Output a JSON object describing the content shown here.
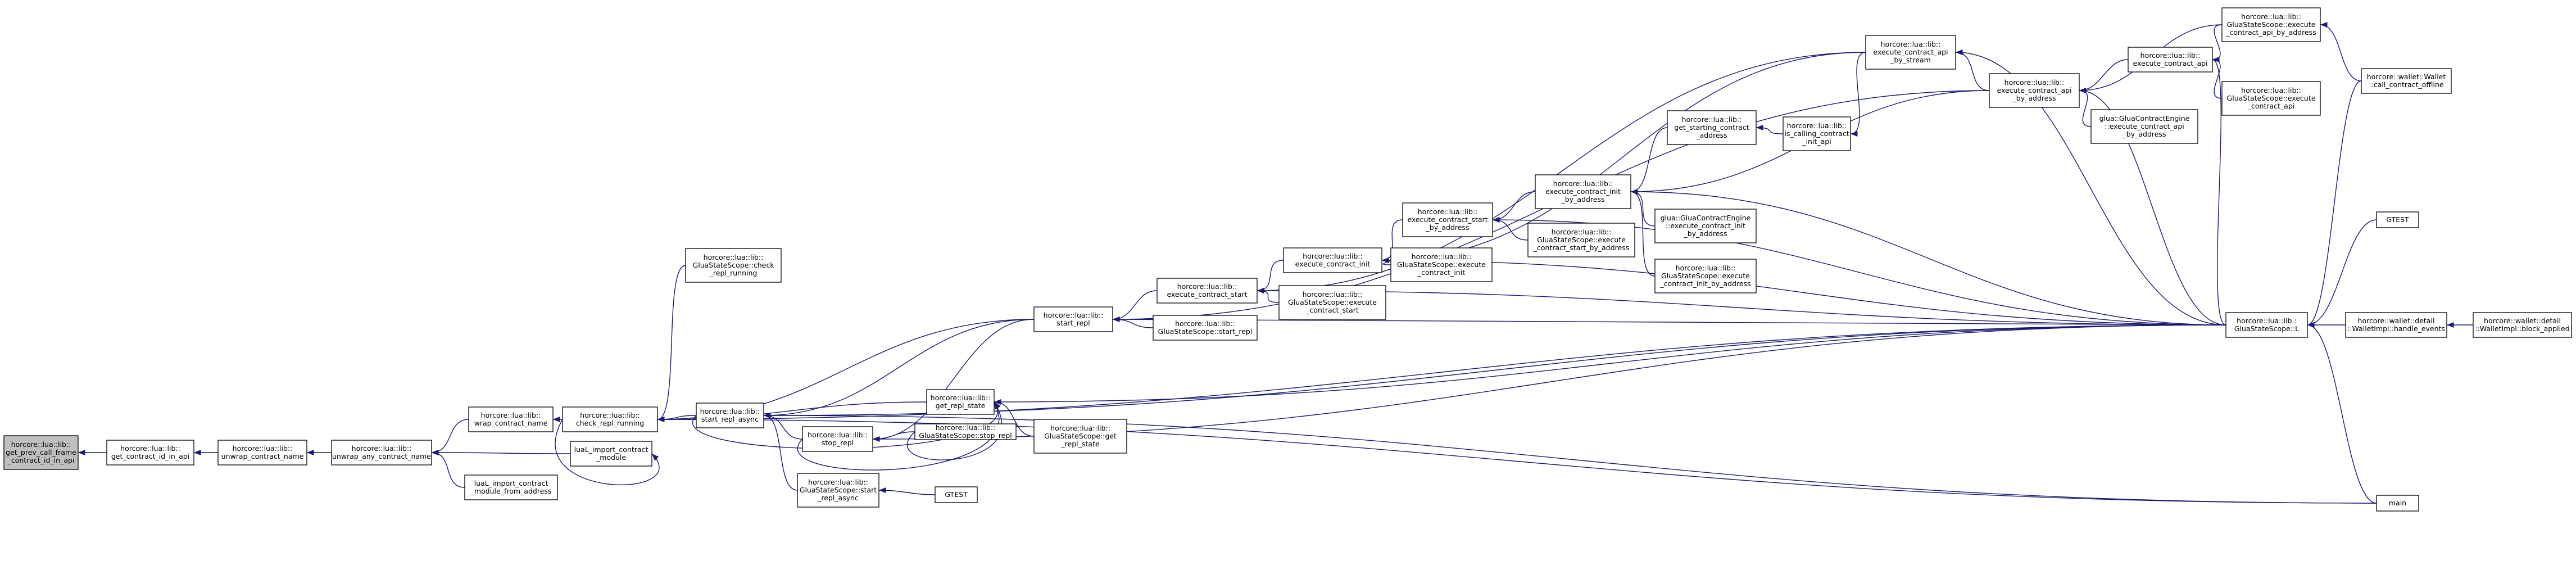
{
  "graph": {
    "nodes": [
      {
        "id": "n0",
        "lines": [
          "horcore::lua::lib::",
          "get_prev_call_frame",
          "_contract_id_in_api"
        ],
        "selected": true
      },
      {
        "id": "n1",
        "lines": [
          "horcore::lua::lib::",
          "get_contract_id_in_api"
        ]
      },
      {
        "id": "n2",
        "lines": [
          "horcore::lua::lib::",
          "unwrap_contract_name"
        ]
      },
      {
        "id": "n3",
        "lines": [
          "horcore::lua::lib::",
          "unwrap_any_contract_name"
        ]
      },
      {
        "id": "n4",
        "lines": [
          "horcore::lua::lib::",
          "wrap_contract_name"
        ]
      },
      {
        "id": "n5",
        "lines": [
          "luaL_import_contract",
          "_module_from_address"
        ]
      },
      {
        "id": "n6",
        "lines": [
          "horcore::lua::lib::",
          "check_repl_running"
        ]
      },
      {
        "id": "n7",
        "lines": [
          "luaL_import_contract",
          "_module"
        ]
      },
      {
        "id": "n8",
        "lines": [
          "horcore::lua::lib::",
          "GluaStateScope::check",
          "_repl_running"
        ]
      },
      {
        "id": "n9",
        "lines": [
          "horcore::lua::lib::",
          "start_repl_async"
        ]
      },
      {
        "id": "n10",
        "lines": [
          "horcore::lua::lib::",
          "get_repl_state"
        ]
      },
      {
        "id": "n11",
        "lines": [
          "horcore::lua::lib::",
          "stop_repl"
        ]
      },
      {
        "id": "n12",
        "lines": [
          "horcore::lua::lib::",
          "GluaStateScope::start",
          "_repl_async"
        ]
      },
      {
        "id": "n13",
        "lines": [
          "GTEST"
        ]
      },
      {
        "id": "n14",
        "lines": [
          "horcore::lua::lib::",
          "GluaStateScope::stop_repl"
        ]
      },
      {
        "id": "n15",
        "lines": [
          "horcore::lua::lib::",
          "GluaStateScope::get",
          "_repl_state"
        ]
      },
      {
        "id": "n16",
        "lines": [
          "horcore::lua::lib::",
          "start_repl"
        ]
      },
      {
        "id": "n17",
        "lines": [
          "horcore::lua::lib::",
          "execute_contract_start"
        ]
      },
      {
        "id": "n18",
        "lines": [
          "horcore::lua::lib::",
          "GluaStateScope::start_repl"
        ]
      },
      {
        "id": "n19",
        "lines": [
          "horcore::lua::lib::",
          "execute_contract_init"
        ]
      },
      {
        "id": "n20",
        "lines": [
          "horcore::lua::lib::",
          "GluaStateScope::execute",
          "_contract_start"
        ]
      },
      {
        "id": "n21",
        "lines": [
          "horcore::lua::lib::",
          "execute_contract_start",
          "_by_address"
        ]
      },
      {
        "id": "n22",
        "lines": [
          "horcore::lua::lib::",
          "GluaStateScope::execute",
          "_contract_init"
        ]
      },
      {
        "id": "n23",
        "lines": [
          "horcore::lua::lib::",
          "execute_contract_init",
          "_by_address"
        ]
      },
      {
        "id": "n24",
        "lines": [
          "horcore::lua::lib::",
          "GluaStateScope::execute",
          "_contract_start_by_address"
        ]
      },
      {
        "id": "n25",
        "lines": [
          "horcore::lua::lib::",
          "get_starting_contract",
          "_address"
        ]
      },
      {
        "id": "n26",
        "lines": [
          "horcore::lua::lib::",
          "is_calling_contract",
          "_init_api"
        ]
      },
      {
        "id": "n27",
        "lines": [
          "glua::GluaContractEngine",
          "::execute_contract_init",
          "_by_address"
        ]
      },
      {
        "id": "n28",
        "lines": [
          "horcore::lua::lib::",
          "GluaStateScope::execute",
          "_contract_init_by_address"
        ]
      },
      {
        "id": "n29",
        "lines": [
          "horcore::lua::lib::",
          "execute_contract_api",
          "_by_stream"
        ]
      },
      {
        "id": "n30",
        "lines": [
          "horcore::lua::lib::",
          "execute_contract_api",
          "_by_address"
        ]
      },
      {
        "id": "n31",
        "lines": [
          "glua::GluaContractEngine",
          "::execute_contract_api",
          "_by_address"
        ]
      },
      {
        "id": "n32",
        "lines": [
          "horcore::lua::lib::",
          "execute_contract_api"
        ]
      },
      {
        "id": "n33",
        "lines": [
          "horcore::lua::lib::",
          "GluaStateScope::execute",
          "_contract_api_by_address"
        ]
      },
      {
        "id": "n34",
        "lines": [
          "horcore::lua::lib::",
          "GluaStateScope::execute",
          "_contract_api"
        ]
      },
      {
        "id": "n35",
        "lines": [
          "horcore::lua::lib::",
          "GluaStateScope::L"
        ]
      },
      {
        "id": "n36",
        "lines": [
          "GTEST"
        ]
      },
      {
        "id": "n37",
        "lines": [
          "horcore::wallet::Wallet",
          "::call_contract_offline"
        ]
      },
      {
        "id": "n38",
        "lines": [
          "horcore::wallet::detail",
          "::WalletImpl::handle_events"
        ]
      },
      {
        "id": "n39",
        "lines": [
          "horcore::wallet::detail",
          "::WalletImpl::block_applied"
        ]
      },
      {
        "id": "n40",
        "lines": [
          "main"
        ]
      }
    ],
    "edges": [
      [
        "n1",
        "n0"
      ],
      [
        "n2",
        "n1"
      ],
      [
        "n3",
        "n2"
      ],
      [
        "n4",
        "n3"
      ],
      [
        "n5",
        "n3"
      ],
      [
        "n7",
        "n3"
      ],
      [
        "n6",
        "n4"
      ],
      [
        "n6",
        "n7"
      ],
      [
        "n8",
        "n6"
      ],
      [
        "n9",
        "n6"
      ],
      [
        "n10",
        "n6"
      ],
      [
        "n16",
        "n6"
      ],
      [
        "n35",
        "n6"
      ],
      [
        "n40",
        "n6"
      ],
      [
        "n11",
        "n9"
      ],
      [
        "n12",
        "n9"
      ],
      [
        "n16",
        "n9"
      ],
      [
        "n35",
        "n9"
      ],
      [
        "n40",
        "n9"
      ],
      [
        "n9",
        "n10"
      ],
      [
        "n11",
        "n10"
      ],
      [
        "n14",
        "n10"
      ],
      [
        "n15",
        "n10"
      ],
      [
        "n35",
        "n10"
      ],
      [
        "n16",
        "n11"
      ],
      [
        "n14",
        "n11"
      ],
      [
        "n35",
        "n11"
      ],
      [
        "n13",
        "n12"
      ],
      [
        "n17",
        "n16"
      ],
      [
        "n18",
        "n16"
      ],
      [
        "n30",
        "n16"
      ],
      [
        "n35",
        "n16"
      ],
      [
        "n19",
        "n17"
      ],
      [
        "n20",
        "n17"
      ],
      [
        "n29",
        "n17"
      ],
      [
        "n35",
        "n17"
      ],
      [
        "n21",
        "n19"
      ],
      [
        "n22",
        "n19"
      ],
      [
        "n29",
        "n19"
      ],
      [
        "n35",
        "n19"
      ],
      [
        "n23",
        "n21"
      ],
      [
        "n24",
        "n21"
      ],
      [
        "n35",
        "n21"
      ],
      [
        "n25",
        "n23"
      ],
      [
        "n27",
        "n23"
      ],
      [
        "n28",
        "n23"
      ],
      [
        "n30",
        "n23"
      ],
      [
        "n35",
        "n23"
      ],
      [
        "n26",
        "n25"
      ],
      [
        "n29",
        "n26"
      ],
      [
        "n30",
        "n29"
      ],
      [
        "n35",
        "n29"
      ],
      [
        "n31",
        "n30"
      ],
      [
        "n32",
        "n30"
      ],
      [
        "n33",
        "n30"
      ],
      [
        "n35",
        "n30"
      ],
      [
        "n33",
        "n32"
      ],
      [
        "n34",
        "n32"
      ],
      [
        "n35",
        "n32"
      ],
      [
        "n37",
        "n33"
      ],
      [
        "n36",
        "n35"
      ],
      [
        "n37",
        "n35"
      ],
      [
        "n38",
        "n35"
      ],
      [
        "n40",
        "n35"
      ],
      [
        "n39",
        "n38"
      ]
    ]
  }
}
